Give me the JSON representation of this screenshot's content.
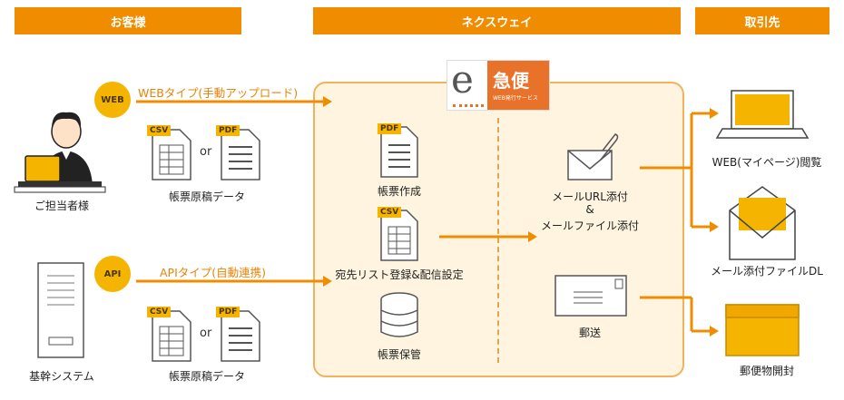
{
  "headers": {
    "customer": "お客様",
    "nexway": "ネクスウェイ",
    "partner": "取引先"
  },
  "customer": {
    "person_label": "ご担当者様",
    "system_label": "基幹システム",
    "web_badge": "WEB",
    "api_badge": "API",
    "web_route": "WEBタイプ(手動アップロード)",
    "api_route": "APIタイプ(自動連携)",
    "data_label_1": "帳票原稿データ",
    "data_label_2": "帳票原稿データ",
    "or_1": "or",
    "or_2": "or",
    "csv_tag": "CSV",
    "pdf_tag": "PDF"
  },
  "service": {
    "logo_e": "e",
    "logo_main": "急便",
    "logo_sub": "WEB発行サービス",
    "steps": {
      "create": "帳票作成",
      "register": "宛先リスト登録&配信設定",
      "store": "帳票保管"
    },
    "pdf_tag": "PDF",
    "csv_tag": "CSV",
    "mail_label_1": "メールURL添付",
    "mail_label_amp": "&",
    "mail_label_2": "メールファイル添付",
    "post_label": "郵送"
  },
  "partner": {
    "web_view": "WEB(マイページ)閲覧",
    "mail_dl": "メール添付ファイルDL",
    "mail_open": "郵便物開封"
  },
  "colors": {
    "accent": "#f08c00",
    "badge": "#f5b400",
    "box_bg": "#fff4df",
    "box_border": "#f2b25c"
  }
}
